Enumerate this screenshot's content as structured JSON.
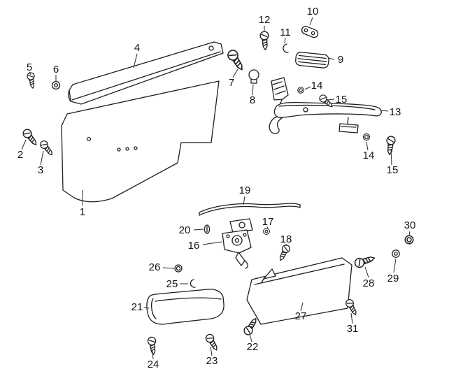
{
  "page": {
    "highlight_color": "#3bd23b",
    "ink_color": "#1f1f1f",
    "background": "#ffffff"
  },
  "callouts": {
    "n1": "1",
    "n2": "2",
    "n3": "3",
    "n4": "4",
    "n5": "5",
    "n6": "6",
    "n7": "7",
    "n8": "8",
    "n9": "9",
    "n10": "10",
    "n11": "11",
    "n12": "12",
    "n13": "13",
    "n14a": "14",
    "n14b": "14",
    "n15a": "15",
    "n15b": "15",
    "n16": "16",
    "n17": "17",
    "n18": "18",
    "n19": "19",
    "n20": "20",
    "n21": "21",
    "n22": "22",
    "n23": "23",
    "n24": "24",
    "n25": "25",
    "n26": "26",
    "n27": "27",
    "n28": "28",
    "n29": "29",
    "n30": "30",
    "n31": "31"
  }
}
